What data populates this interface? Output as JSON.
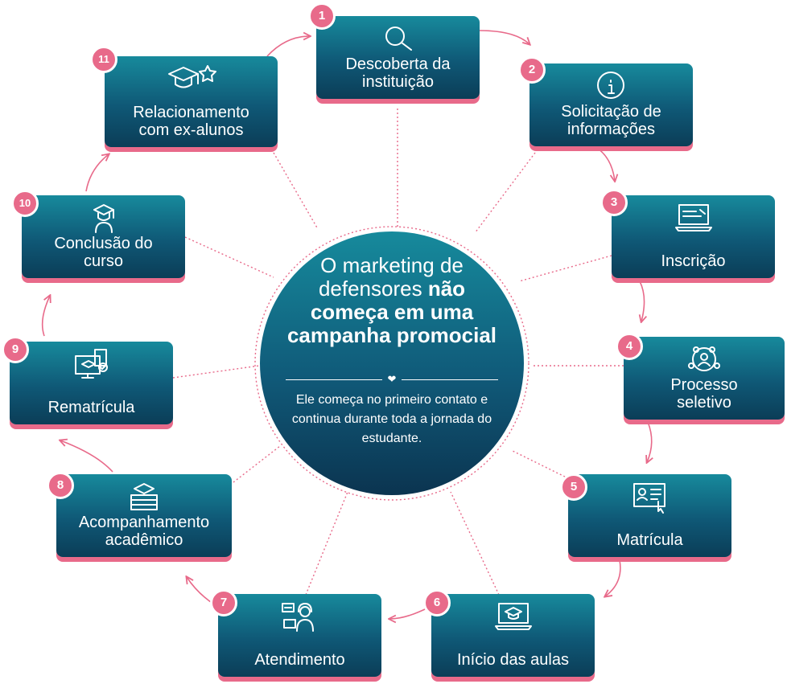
{
  "center": {
    "title_parts": [
      "O marketing de",
      "defensores",
      "não",
      "começa em uma",
      "campanha promocial"
    ],
    "heart": "❤",
    "subtitle": "Ele começa no primeiro contato e continua durante toda a jornada do estudante."
  },
  "steps": [
    {
      "number": "1",
      "label": "Descoberta da\ninstituição",
      "icon": "magnifier-icon"
    },
    {
      "number": "2",
      "label": "Solicitação de\ninformações",
      "icon": "info-icon"
    },
    {
      "number": "3",
      "label": "Inscrição",
      "icon": "laptop-form-icon"
    },
    {
      "number": "4",
      "label": "Processo\nseletivo",
      "icon": "candidates-icon"
    },
    {
      "number": "5",
      "label": "Matrícula",
      "icon": "online-enrollment-icon"
    },
    {
      "number": "6",
      "label": "Início das aulas",
      "icon": "laptop-graduation-icon"
    },
    {
      "number": "7",
      "label": "Atendimento",
      "icon": "support-agent-icon"
    },
    {
      "number": "8",
      "label": "Acompanhamento\nacadêmico",
      "icon": "books-cap-icon"
    },
    {
      "number": "9",
      "label": "Rematrícula",
      "icon": "monitor-document-icon"
    },
    {
      "number": "10",
      "label": "Conclusão do\ncurso",
      "icon": "graduate-icon"
    },
    {
      "number": "11",
      "label": "Relacionamento\ncom ex-alunos",
      "icon": "cap-star-icon"
    }
  ],
  "colors": {
    "accent": "#e86a8a",
    "card_top": "#178a9c",
    "card_bottom": "#0b3d57"
  }
}
